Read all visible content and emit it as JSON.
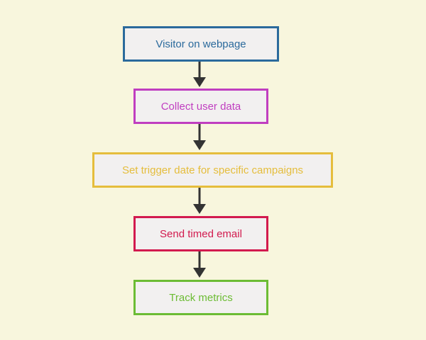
{
  "diagram": {
    "background_color": "#f8f6dd",
    "node_fill": "#f2f0f0",
    "arrow_color": "#333333",
    "nodes": [
      {
        "label": "Visitor on webpage",
        "color": "#2b6a9c"
      },
      {
        "label": "Collect user data",
        "color": "#c03ec0"
      },
      {
        "label": "Set trigger date for specific campaigns",
        "color": "#e5bd3c"
      },
      {
        "label": "Send timed email",
        "color": "#d21a4e"
      },
      {
        "label": "Track metrics",
        "color": "#6cbc34"
      }
    ],
    "edges": [
      {
        "from": 0,
        "to": 1
      },
      {
        "from": 1,
        "to": 2
      },
      {
        "from": 2,
        "to": 3
      },
      {
        "from": 3,
        "to": 4
      }
    ]
  }
}
